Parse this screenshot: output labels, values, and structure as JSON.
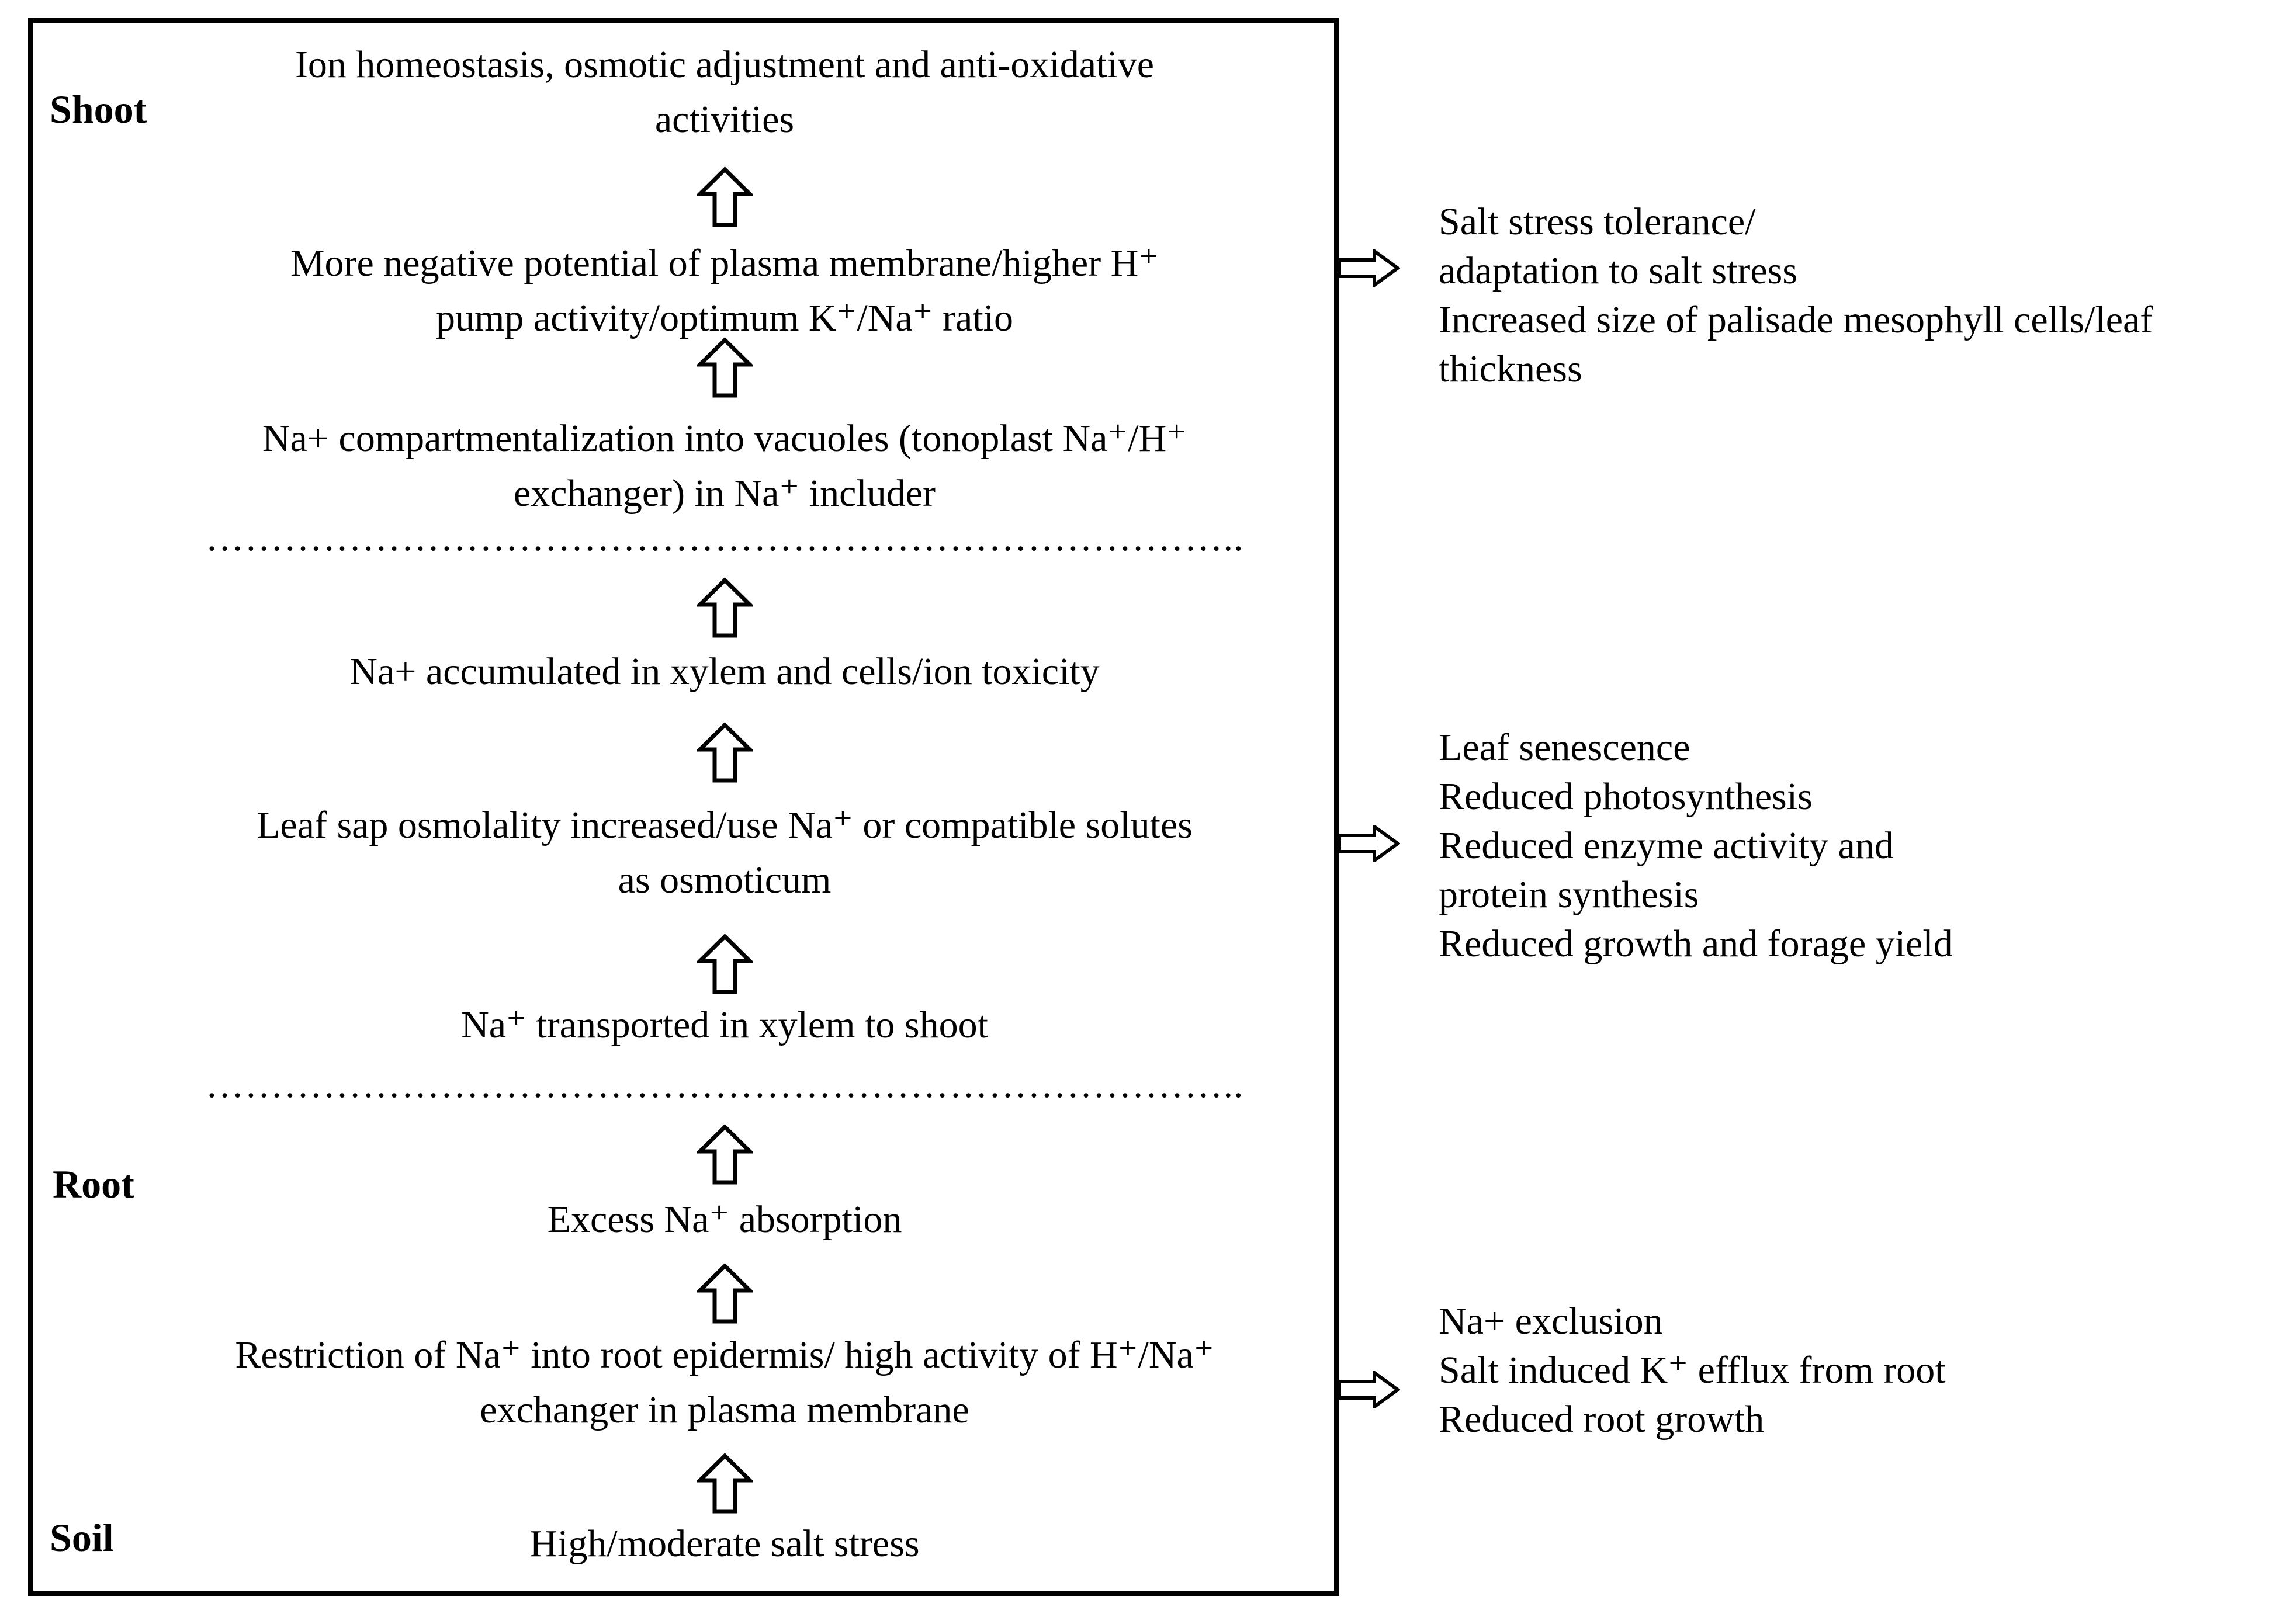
{
  "diagram": {
    "title_context": "Salt stress response flow diagram",
    "section_labels": {
      "shoot": "Shoot",
      "root": "Root",
      "soil": "Soil"
    },
    "flow_steps": [
      {
        "id": "ion-homeostasis",
        "lines": [
          "Ion homeostasis, osmotic adjustment and anti-oxidative",
          "activities"
        ]
      },
      {
        "id": "membrane-potential",
        "lines": [
          "More negative potential of plasma membrane/higher H⁺",
          "pump activity/optimum K⁺/Na⁺ ratio"
        ]
      },
      {
        "id": "na-compartmentalization",
        "lines": [
          "Na+ compartmentalization into vacuoles (tonoplast Na⁺/H⁺",
          "exchanger) in Na⁺ includer"
        ]
      },
      {
        "id": "na-accumulated",
        "lines": [
          "Na+ accumulated in xylem and cells/ion toxicity"
        ]
      },
      {
        "id": "leaf-sap-osmolality",
        "lines": [
          "Leaf sap osmolality increased/use Na⁺ or compatible solutes",
          "as osmoticum"
        ]
      },
      {
        "id": "na-transported",
        "lines": [
          "Na⁺ transported in xylem to shoot"
        ]
      },
      {
        "id": "excess-na-absorption",
        "lines": [
          "Excess Na⁺ absorption"
        ]
      },
      {
        "id": "na-restriction",
        "lines": [
          "Restriction of Na⁺ into root epidermis/ high activity of H⁺/Na⁺",
          "exchanger in plasma membrane"
        ]
      },
      {
        "id": "salt-stress-source",
        "lines": [
          "High/moderate salt stress"
        ]
      }
    ],
    "separators": {
      "dotted_line_1": "……………………………………………………………………..",
      "dotted_line_2": "…………………………………………………………………….."
    },
    "annotations": [
      {
        "id": "tolerance-outcomes",
        "lines": [
          "Salt stress tolerance/",
          "adaptation to salt stress",
          "Increased size of palisade mesophyll cells/leaf",
          "thickness"
        ]
      },
      {
        "id": "shoot-damage-outcomes",
        "lines": [
          "Leaf senescence",
          "Reduced photosynthesis",
          "Reduced enzyme activity and",
          "protein synthesis",
          "Reduced growth and forage yield"
        ]
      },
      {
        "id": "root-outcomes",
        "lines": [
          "Na+ exclusion",
          "Salt induced K⁺ efflux from root",
          "Reduced root growth"
        ]
      }
    ],
    "icons": {
      "up_arrow": "hollow-up-block-arrow",
      "right_arrow": "hollow-right-block-arrow"
    },
    "colors": {
      "foreground": "#000000",
      "background": "#ffffff"
    }
  }
}
